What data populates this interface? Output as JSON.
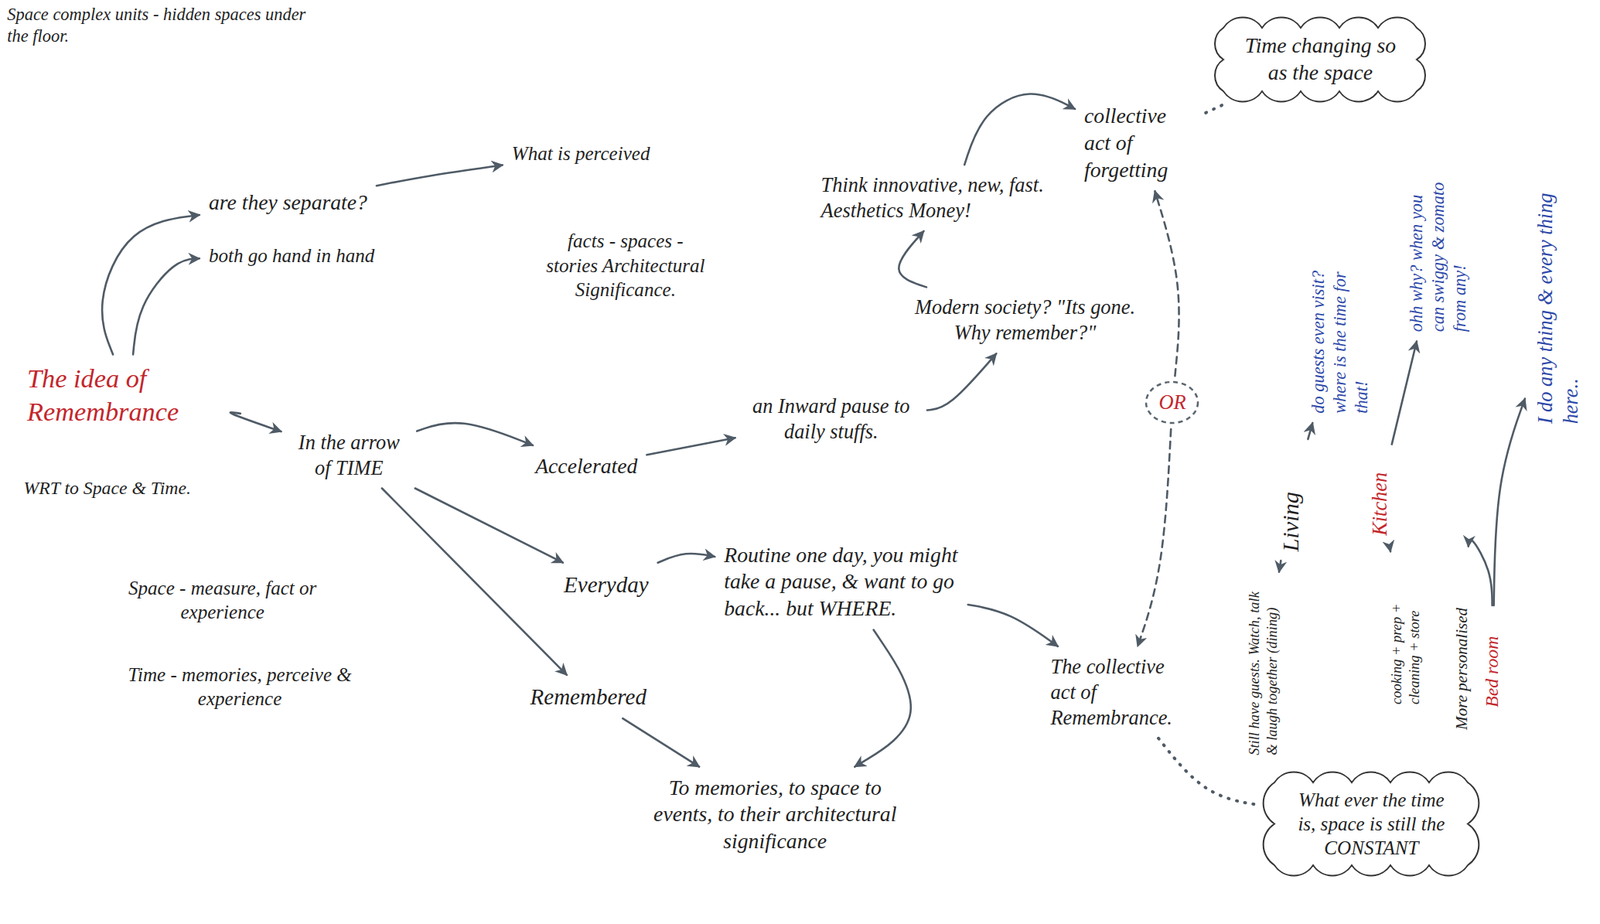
{
  "diagram": {
    "nodes": [
      {
        "text": [
          "The idea of Remembrance"
        ]
      },
      {
        "text": [
          "are they separate?"
        ]
      },
      {
        "text": [
          "both go hand in hand"
        ]
      },
      {
        "text": [
          "What is perceived"
        ]
      },
      {
        "text": [
          "In the arrow of TIME"
        ]
      },
      {
        "text": [
          "Accelerated"
        ]
      },
      {
        "text": [
          "an Inward pause to daily stuffs."
        ]
      },
      {
        "text": [
          "Modern society? \"Its gone. Why remember?\""
        ]
      },
      {
        "text": [
          "Think innovative, new, fast. Aesthetics Money!"
        ]
      },
      {
        "text": [
          "collective act of forgetting"
        ]
      },
      {
        "text": [
          "Time changing so as the space"
        ]
      },
      {
        "text": [
          "OR"
        ]
      },
      {
        "text": [
          "Everyday"
        ]
      },
      {
        "text": [
          "Routine one day, you might take a pause, & want to go back... but WHERE."
        ]
      },
      {
        "text": [
          "Remembered"
        ]
      },
      {
        "text": [
          "To memories, to space to events, to their architectural significance"
        ]
      },
      {
        "text": [
          "The collective act of Remembrance."
        ]
      },
      {
        "text": [
          "What ever the time is, space is still the CONSTANT"
        ]
      },
      {
        "text": [
          "Living"
        ]
      },
      {
        "text": [
          "do guests even visit? where is the time for that!"
        ]
      },
      {
        "text": [
          "Still have guests. Watch, talk & laugh together (dining)"
        ]
      },
      {
        "text": [
          "Kitchen"
        ]
      },
      {
        "text": [
          "ohh why? when you can swiggy & zomato from any!"
        ]
      },
      {
        "text": [
          "cooking + prep + cleaning + store"
        ]
      },
      {
        "text": [
          "Bed room"
        ]
      },
      {
        "text": [
          "More personalised"
        ]
      },
      {
        "text": [
          "I do any thing & every thing here.."
        ]
      }
    ],
    "edges": [
      {
        "from": 0,
        "to": 1,
        "arrow": "to"
      },
      {
        "from": 0,
        "to": 2,
        "arrow": "to"
      },
      {
        "from": 1,
        "to": 3,
        "arrow": "to"
      },
      {
        "from": 0,
        "to": 4,
        "arrow": "to"
      },
      {
        "from": 4,
        "to": 5,
        "arrow": "to"
      },
      {
        "from": 5,
        "to": 6,
        "arrow": "to"
      },
      {
        "from": 6,
        "to": 7,
        "arrow": "to"
      },
      {
        "from": 7,
        "to": 8,
        "arrow": "to"
      },
      {
        "from": 8,
        "to": 9,
        "arrow": "to"
      },
      {
        "from": 9,
        "to": 10,
        "arrow": "none"
      },
      {
        "from": 4,
        "to": 12,
        "arrow": "to"
      },
      {
        "from": 4,
        "to": 14,
        "arrow": "to"
      },
      {
        "from": 12,
        "to": 13,
        "arrow": "to"
      },
      {
        "from": 14,
        "to": 15,
        "arrow": "to"
      },
      {
        "from": 13,
        "to": 15,
        "arrow": "to"
      },
      {
        "from": 13,
        "to": 16,
        "arrow": "to"
      },
      {
        "from": 11,
        "to": 9,
        "arrow": "to"
      },
      {
        "from": 11,
        "to": 16,
        "arrow": "to"
      },
      {
        "from": 16,
        "to": 17,
        "arrow": "none"
      },
      {
        "from": 18,
        "to": 19,
        "arrow": "to"
      },
      {
        "from": 18,
        "to": 20,
        "arrow": "to"
      },
      {
        "from": 21,
        "to": 22,
        "arrow": "to"
      },
      {
        "from": 21,
        "to": 23,
        "arrow": "to"
      },
      {
        "from": 24,
        "to": 25,
        "arrow": "to"
      },
      {
        "from": 24,
        "to": 26,
        "arrow": "to"
      }
    ],
    "labels": [
      "Space complex units - hidden spaces under the floor.",
      "WRT to Space & Time.",
      "Space - measure, fact or experience",
      "Time - memories, perceive & experience",
      "facts - spaces - stories Architectural Significance."
    ]
  }
}
